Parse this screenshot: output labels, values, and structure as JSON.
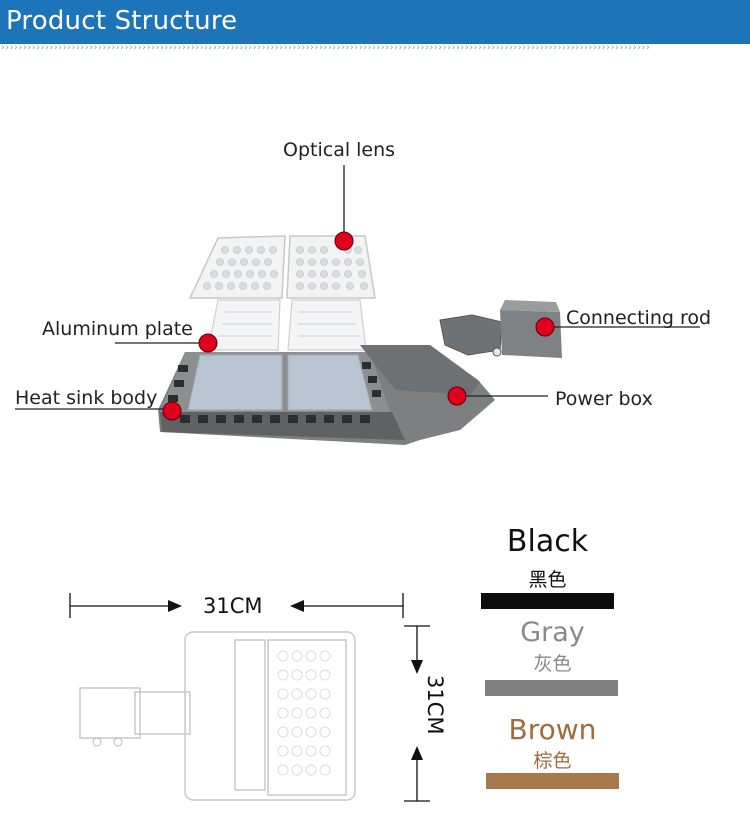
{
  "header": {
    "title": "Product Structure",
    "decoration": "›››››››››››››››››››››››››››››››››››››››››››››››››››››››››››››››››››››››››››››››››››››››››››››››››››››››››››››››››››››››››››››››››››››››››››››››››››"
  },
  "components": {
    "optical_lens": "Optical lens",
    "aluminum_plate": "Aluminum plate",
    "heat_sink_body": "Heat sink body",
    "connecting_rod": "Connecting rod",
    "power_box": "Power box"
  },
  "dimensions": {
    "width": "31CM",
    "height": "31CM"
  },
  "colors": [
    {
      "name": "Black",
      "cn": "黑色",
      "swatch": "#0c0c0c",
      "text_color": "#111111"
    },
    {
      "name": "Gray",
      "cn": "灰色",
      "swatch": "#808080",
      "text_color": "#8a8a8a"
    },
    {
      "name": "Brown",
      "cn": "棕色",
      "swatch": "#a87a4a",
      "text_color": "#a06d3a"
    }
  ],
  "marker_color": "#e0001b"
}
